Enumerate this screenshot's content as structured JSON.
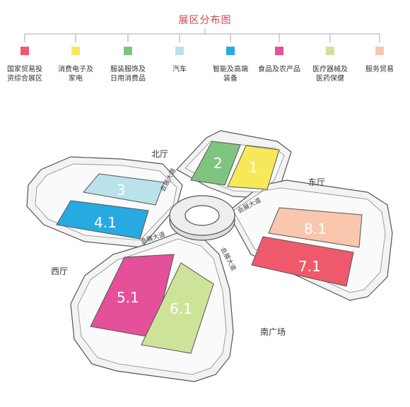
{
  "title": "展区分布图",
  "legend": [
    {
      "label": "国家贸易投\n资综合展区",
      "color": "#ee5a6c"
    },
    {
      "label": "消费电子及\n家电",
      "color": "#f7e85a"
    },
    {
      "label": "服装服饰及\n日用消费品",
      "color": "#7fc57f"
    },
    {
      "label": "汽车",
      "color": "#b9e2ea"
    },
    {
      "label": "智能及高端\n装备",
      "color": "#27aae1"
    },
    {
      "label": "食品及农产品",
      "color": "#e4509a"
    },
    {
      "label": "医疗器械及\n医药保健",
      "color": "#cde39a"
    },
    {
      "label": "服务贸易",
      "color": "#f9c7ad"
    }
  ],
  "halls": {
    "h2": "2",
    "h1": "1",
    "h3": "3",
    "h41": "4.1",
    "h81": "8.1",
    "h71": "7.1",
    "h51": "5.1",
    "h61": "6.1"
  },
  "directions": {
    "north": "北厅",
    "east": "东厅",
    "west": "西厅",
    "south": "南广场"
  },
  "roads": {
    "north": "会展大道",
    "east": "会展大道",
    "west": "会展大道",
    "south": "会展大道"
  }
}
